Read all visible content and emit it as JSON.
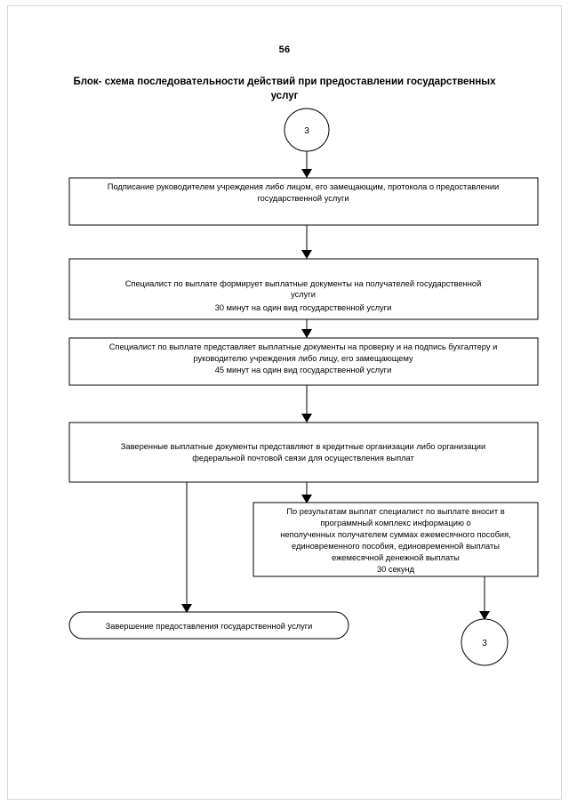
{
  "page": {
    "number": "56",
    "title": "Блок- схема последовательности действий при предоставлении государственных услуг"
  },
  "chart_data": {
    "type": "diagram",
    "diagram_kind": "flowchart",
    "orientation": "top-to-bottom",
    "title": "Блок- схема последовательности действий при предоставлении государственных услуг",
    "nodes": [
      {
        "id": "connector_in",
        "shape": "circle",
        "label": "3",
        "lines": [
          "3"
        ]
      },
      {
        "id": "step1",
        "shape": "rectangle",
        "lines": [
          "Подписание руководителем учреждения либо лицом, его замещающим, протокола о предоставлении",
          "государственной услуги"
        ]
      },
      {
        "id": "step2",
        "shape": "rectangle",
        "lines": [
          "Специалист по выплате формирует выплатные документы на получателей государственной",
          "услуги",
          "30 минут на один вид государственной услуги"
        ],
        "duration": "30 минут на один вид государственной услуги"
      },
      {
        "id": "step3",
        "shape": "rectangle",
        "lines": [
          "Специалист по выплате представляет выплатные документы на проверку и на подпись бухгалтеру  и",
          "руководителю учреждения либо лицу, его замещающему",
          "45 минут на один вид государственной услуги"
        ],
        "duration": "45 минут на один вид государственной услуги"
      },
      {
        "id": "step4",
        "shape": "rectangle",
        "lines": [
          "Заверенные выплатные документы представляют в кредитные организации либо организации",
          "федеральной почтовой связи для осуществления выплат"
        ]
      },
      {
        "id": "step5",
        "shape": "rectangle",
        "lines": [
          "По результатам выплат специалист по выплате вносит в",
          "программный комплекс информацию о",
          "неполученных получателем суммах ежемесячного пособия,",
          "единовременного пособия, единовременной выплаты",
          "ежемесячной денежной выплаты",
          "30 секунд"
        ],
        "duration": "30 секунд"
      },
      {
        "id": "end",
        "shape": "rounded-rectangle",
        "lines": [
          "Завершение предоставления государственной услуги"
        ]
      },
      {
        "id": "connector_out",
        "shape": "circle",
        "label": "3",
        "lines": [
          "3"
        ]
      }
    ],
    "edges": [
      {
        "from": "connector_in",
        "to": "step1"
      },
      {
        "from": "step1",
        "to": "step2"
      },
      {
        "from": "step2",
        "to": "step3"
      },
      {
        "from": "step3",
        "to": "step4"
      },
      {
        "from": "step4",
        "to": "step5"
      },
      {
        "from": "step4",
        "to": "end"
      },
      {
        "from": "step5",
        "to": "connector_out"
      }
    ]
  }
}
